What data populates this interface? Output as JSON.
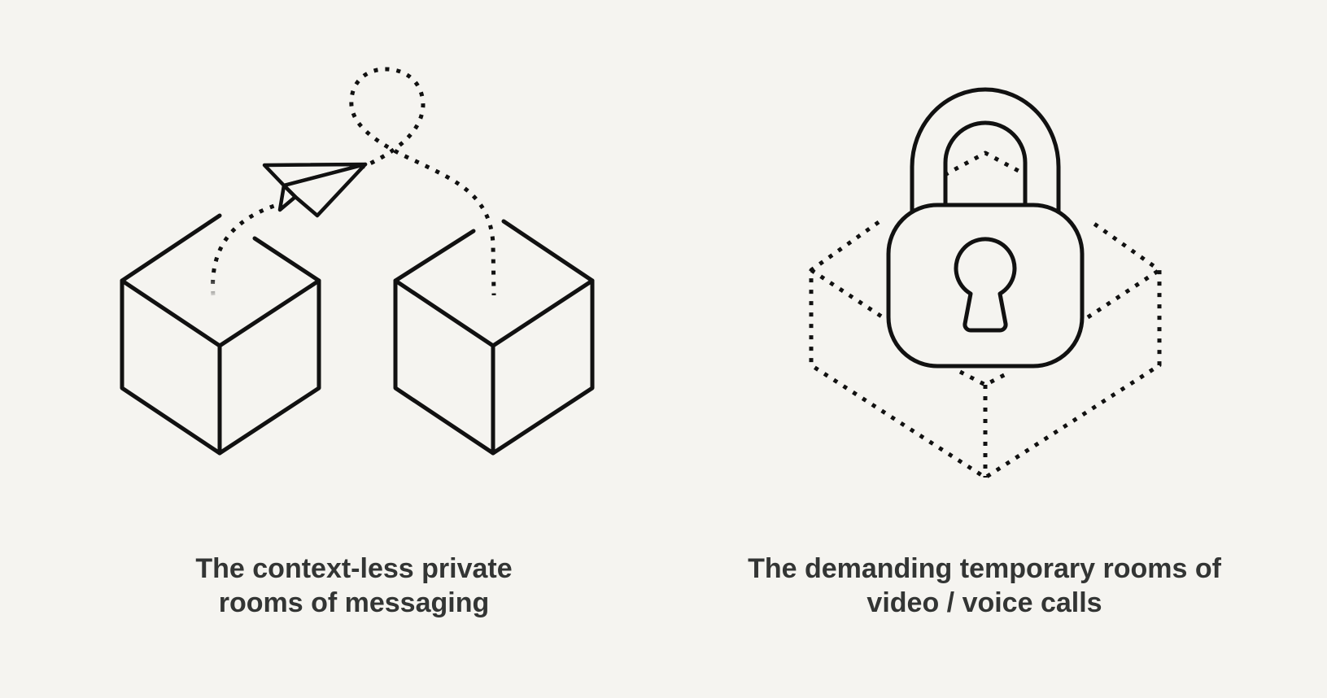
{
  "panels": [
    {
      "caption_line1": "The context-less private",
      "caption_line2": "rooms of messaging",
      "illustration": [
        "cube-icon",
        "cube-icon",
        "paper-plane-icon"
      ]
    },
    {
      "caption_line1": "The demanding temporary rooms of",
      "caption_line2": "video / voice calls",
      "illustration": [
        "dotted-box-icon",
        "padlock-icon"
      ]
    }
  ],
  "colors": {
    "background": "#f5f4f0",
    "stroke": "#111111",
    "caption_text": "#333534"
  }
}
